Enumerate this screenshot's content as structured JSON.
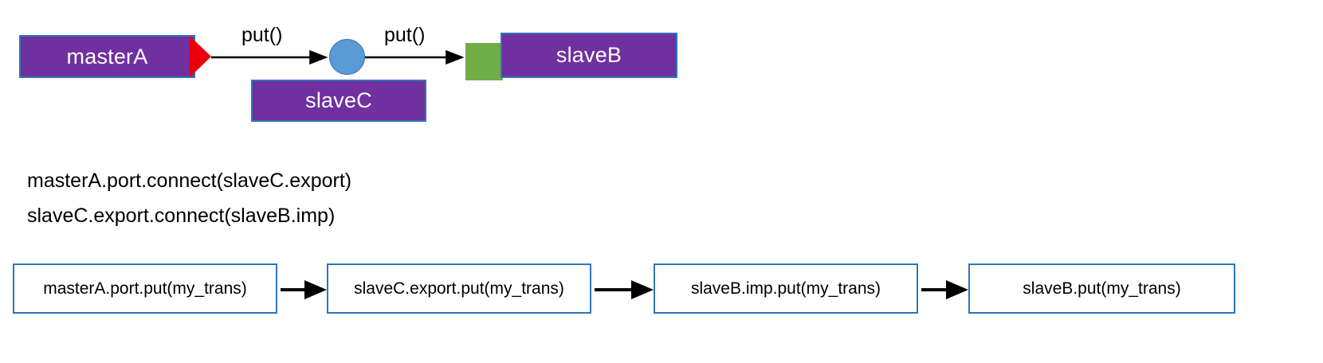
{
  "diagram": {
    "components": [
      {
        "id": "masterA",
        "label": "masterA"
      },
      {
        "id": "slaveC",
        "label": "slaveC"
      },
      {
        "id": "slaveB",
        "label": "slaveB"
      }
    ],
    "ports": [
      {
        "id": "masterA-port",
        "shape": "triangle",
        "color": "#E8000D",
        "owner": "masterA"
      },
      {
        "id": "slaveC-export",
        "shape": "circle",
        "color": "#5B9BD5",
        "owner": "slaveC"
      },
      {
        "id": "slaveB-imp",
        "shape": "square",
        "color": "#70AD47",
        "owner": "slaveB"
      }
    ],
    "arrow_labels": [
      {
        "id": "arrow-label-1",
        "text": "put()"
      },
      {
        "id": "arrow-label-2",
        "text": "put()"
      }
    ]
  },
  "code": {
    "lines": [
      "masterA.port.connect(slaveC.export)",
      "slaveC.export.connect(slaveB.imp)"
    ]
  },
  "call_flow": {
    "steps": [
      "masterA.port.put(my_trans)",
      "slaveC.export.put(my_trans)",
      "slaveB.imp.put(my_trans)",
      "slaveB.put(my_trans)"
    ]
  },
  "colors": {
    "component_fill": "#7030A0",
    "component_border": "#2E75B6",
    "port_red": "#E8000D",
    "port_blue": "#5B9BD5",
    "port_green": "#70AD47",
    "box_border": "#2E75B6",
    "arrow": "#000000"
  }
}
